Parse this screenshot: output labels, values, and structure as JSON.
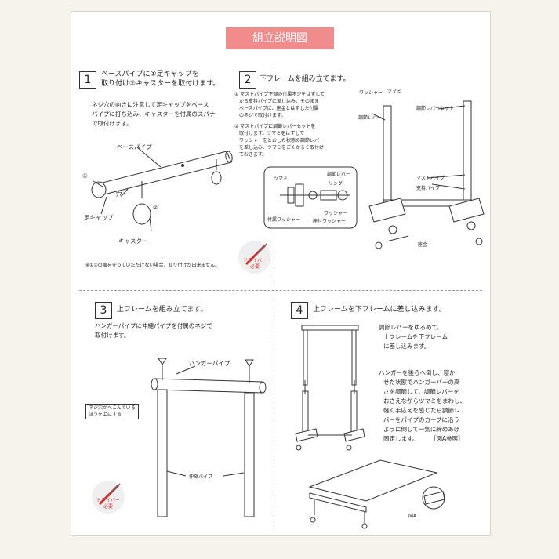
{
  "title": "組立説明図",
  "step1": {
    "num": "1",
    "heading_l1": "ベースパイプに①足キャップを",
    "heading_l2": "取り付け②キャスターを取付けます。",
    "desc_l1": "ネジ穴の向きに注意して足キャップをベース",
    "desc_l2": "パイプに打ち込み、キャスターを付属のスパナ",
    "desc_l3": "で取付けます。",
    "lbl_base": "ベースパイプ",
    "lbl_1": "①",
    "lbl_hole": "穴",
    "lbl_2": "②",
    "lbl_cap": "足キャップ",
    "lbl_caster": "キャスター",
    "note": "※①②の順を守っていただけない場合、取り付けが出来ません。"
  },
  "step2": {
    "num": "2",
    "heading": "下フレームを組み立てます。",
    "d1_l1": "① マストパイプ下部の付属ネジをはずして",
    "d1_l2": "から支持パイプに差し込み、そのまま",
    "d1_l3": "ベースパイプに、座金とはずした付属",
    "d1_l4": "のネジで取付けます。",
    "d2_l1": "② マストパイプに調節レバーセットを",
    "d2_l2": "取付けます。ツマミをはずして",
    "d2_l3": "ワッシャーをとおした状態の調節レバー",
    "d2_l4": "を差し込み、ツマミをごくかるく取付け",
    "d2_l5": "ておきます。",
    "lbl_washer": "ワッシャー",
    "lbl_knob": "ツマミ",
    "lbl_lever": "調節レバー",
    "lbl_leverset": "調節レバーセット",
    "lbl_mast": "マストパイプ",
    "lbl_support": "支持パイプ",
    "lbl_seat": "座金",
    "in_knob": "ツマミ",
    "in_lever": "調節レバー",
    "in_ring": "リング",
    "in_washer": "ワッシャー",
    "in_fuzoku": "付属ワッシャー",
    "in_fuzoku2": "座付ワッシャー"
  },
  "step3": {
    "num": "3",
    "heading": "上フレームを組み立てます。",
    "desc_l1": "ハンガーパイプに伸縮パイプを付属のネジで",
    "desc_l2": "取付けます。",
    "lbl_hanger": "ハンガーパイプ",
    "callout_l1": "ネジ穴がへこんでいる",
    "callout_l2": "ほうを上にする",
    "lbl_telescopic": "伸縮パイプ"
  },
  "step4": {
    "num": "4",
    "heading": "上フレームを下フレームに差し込みます。",
    "b1_l1": "調節レバーをゆるめて、",
    "b1_l2": "上フレームを下フレーム",
    "b1_l3": "に差し込みます。",
    "b2_l1": "ハンガーを後ろへ倒し、寝か",
    "b2_l2": "せた状態でハンガーバーの高",
    "b2_l3": "さを調節して、調節レバーを",
    "b2_l4": "おさえながらツマミをまわし、",
    "b2_l5": "軽く手応えを感じたら調節レ",
    "b2_l6": "バーをパイプのカーブに沿う",
    "b2_l7": "ように倒して一気に締めあげ",
    "b2_l8": "固定します。",
    "b2_ref": "［図A参照］",
    "lbl_figA": "図A"
  },
  "stamp": {
    "l1": "ドライバー",
    "l2": "必要"
  }
}
